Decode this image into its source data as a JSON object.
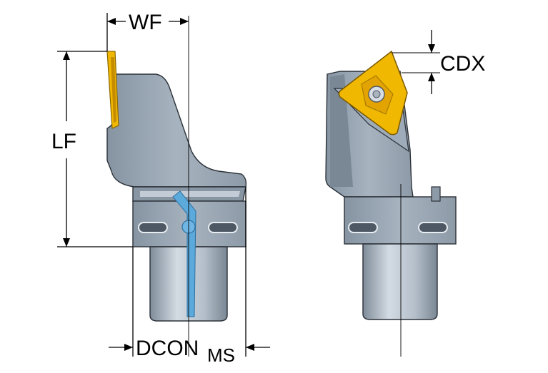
{
  "labels": {
    "wf": "WF",
    "lf": "LF",
    "cdx": "CDX",
    "dcon": "DCON",
    "dcon_sub": "MS"
  },
  "colors": {
    "body": "#98a5b2",
    "body_light": "#b4bfca",
    "body_dark": "#6f7d8b",
    "insert": "#f0b800",
    "insert_dark": "#c58c00",
    "coolant": "#5ca9dc",
    "line": "#000000"
  }
}
